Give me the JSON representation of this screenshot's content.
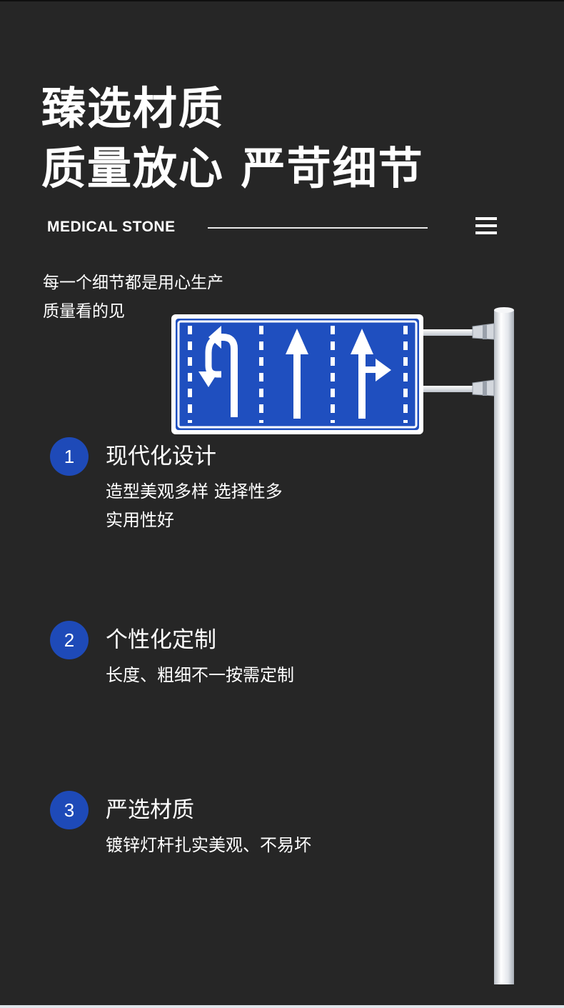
{
  "header": {
    "title_line1": "臻选材质",
    "title_line2": "质量放心 严苛细节",
    "subtitle_en": "MEDICAL STONE",
    "menu_icon": "hamburger-menu-icon"
  },
  "intro": {
    "line1": "每一个细节都是用心生产",
    "line2": "质量看的见"
  },
  "sign": {
    "background_color": "#1f4fbf",
    "border_color": "#ffffff",
    "pole_color": "#e6e9ee",
    "icons": [
      "left-turn-and-u-turn-arrow-icon",
      "straight-arrow-icon",
      "straight-and-right-turn-arrow-icon"
    ]
  },
  "features": [
    {
      "number": "1",
      "title": "现代化设计",
      "desc_lines": [
        "造型美观多样 选择性多",
        "实用性好"
      ]
    },
    {
      "number": "2",
      "title": "个性化定制",
      "desc_lines": [
        "长度、粗细不一按需定制"
      ]
    },
    {
      "number": "3",
      "title": "严选材质",
      "desc_lines": [
        "镀锌灯杆扎实美观、不易坏"
      ]
    }
  ],
  "colors": {
    "background": "#262626",
    "accent_blue": "#1e4ab8",
    "text": "#ffffff"
  }
}
